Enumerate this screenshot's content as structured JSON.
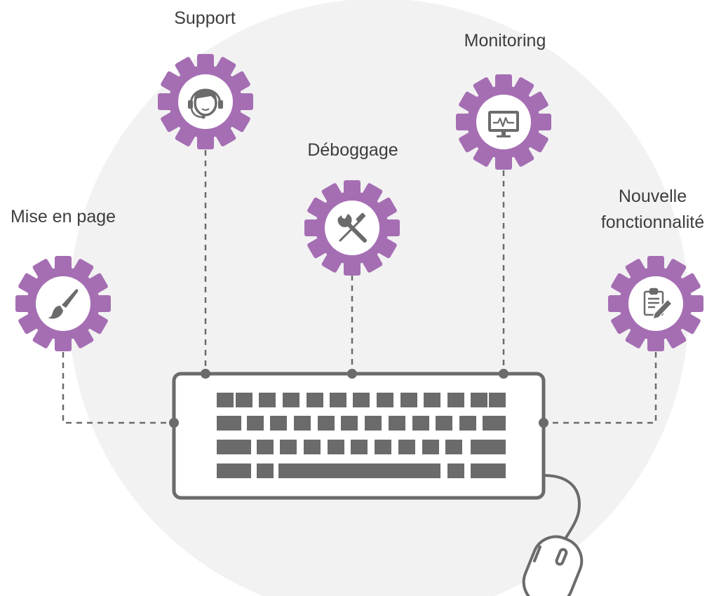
{
  "colors": {
    "background_circle": "#f2f2f2",
    "gear": "#a56eb3",
    "icon": "#6b6b6b",
    "connector": "#6b6b6b",
    "keyboard_outline": "#6b6b6b",
    "label_text": "#3d3d3d"
  },
  "labels": {
    "support": "Support",
    "monitoring": "Monitoring",
    "debug": "Déboggage",
    "layout": "Mise en page",
    "feature_line1": "Nouvelle",
    "feature_line2": "fonctionnalité"
  },
  "gears": [
    {
      "id": "support",
      "icon": "headset-agent-icon"
    },
    {
      "id": "monitoring",
      "icon": "monitor-pulse-icon"
    },
    {
      "id": "debug",
      "icon": "wrench-screwdriver-icon"
    },
    {
      "id": "layout",
      "icon": "paintbrush-icon"
    },
    {
      "id": "feature",
      "icon": "clipboard-pen-icon"
    }
  ],
  "devices": {
    "keyboard": "keyboard-icon",
    "mouse": "mouse-icon"
  }
}
